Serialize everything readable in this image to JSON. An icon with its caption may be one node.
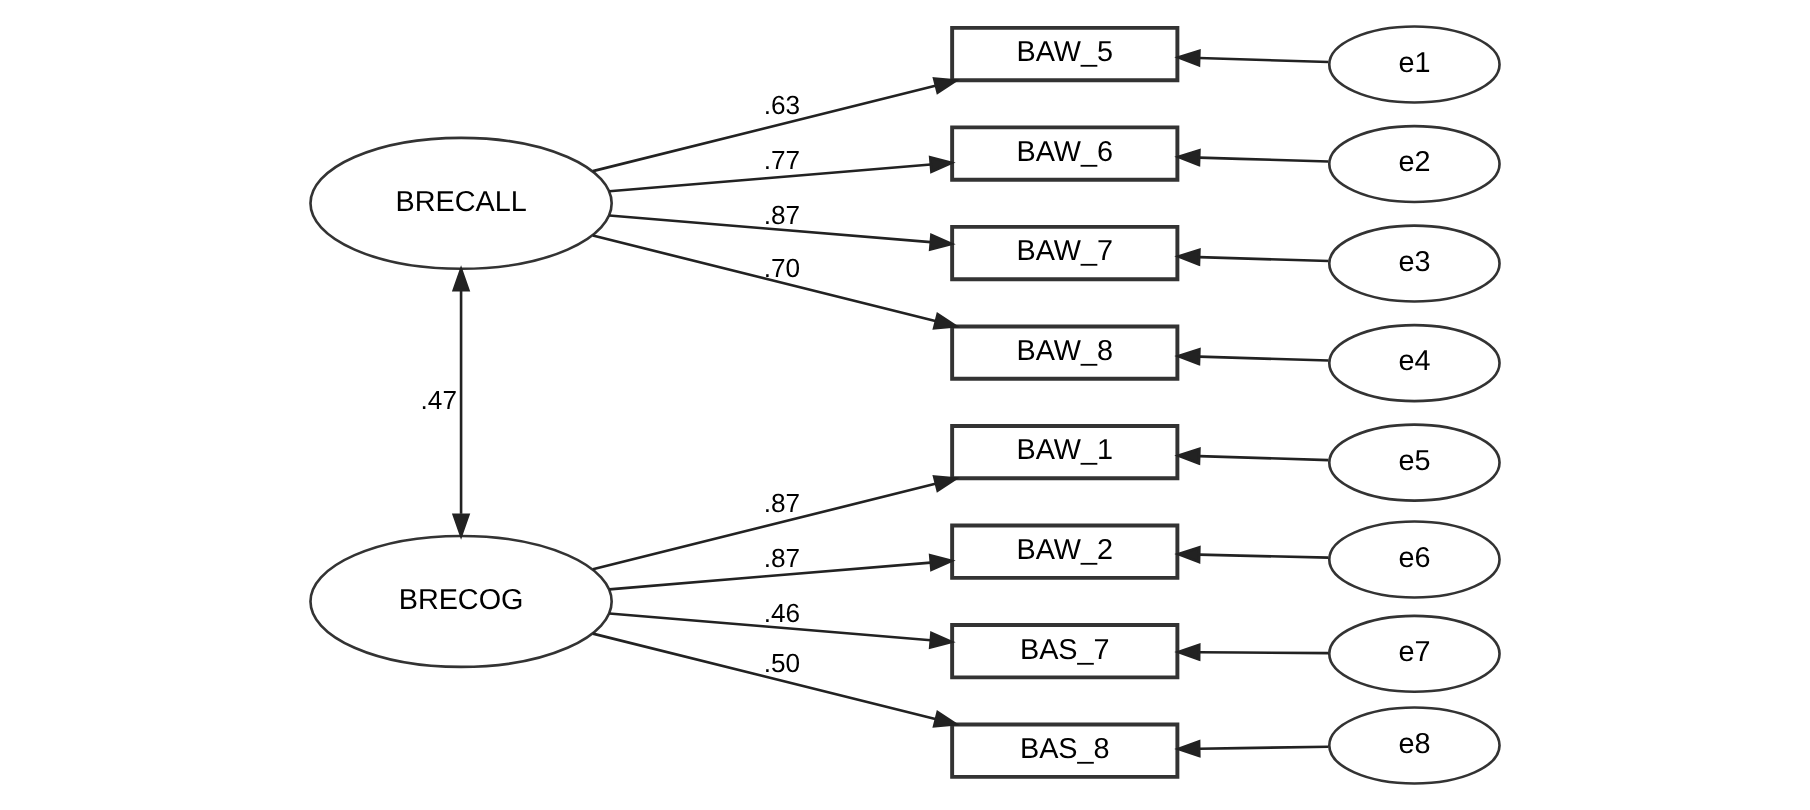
{
  "diagram": {
    "nodes": [
      {
        "text": [
          "BRECALL"
        ]
      },
      {
        "text": [
          "BRECOG"
        ]
      },
      {
        "text": [
          "BAW_5"
        ]
      },
      {
        "text": [
          "BAW_6"
        ]
      },
      {
        "text": [
          "BAW_7"
        ]
      },
      {
        "text": [
          "BAW_8"
        ]
      },
      {
        "text": [
          "BAW_1"
        ]
      },
      {
        "text": [
          "BAW_2"
        ]
      },
      {
        "text": [
          "BAS_7"
        ]
      },
      {
        "text": [
          "BAS_8"
        ]
      },
      {
        "text": [
          "e1"
        ]
      },
      {
        "text": [
          "e2"
        ]
      },
      {
        "text": [
          "e3"
        ]
      },
      {
        "text": [
          "e4"
        ]
      },
      {
        "text": [
          "e5"
        ]
      },
      {
        "text": [
          "e6"
        ]
      },
      {
        "text": [
          "e7"
        ]
      },
      {
        "text": [
          "e8"
        ]
      }
    ],
    "edges": [
      {
        "from": 0,
        "to": 1,
        "arrow": "both",
        "label": ".47"
      },
      {
        "from": 0,
        "to": 2,
        "arrow": "to",
        "label": ".63"
      },
      {
        "from": 0,
        "to": 3,
        "arrow": "to",
        "label": ".77"
      },
      {
        "from": 0,
        "to": 4,
        "arrow": "to",
        "label": ".87"
      },
      {
        "from": 0,
        "to": 5,
        "arrow": "to",
        "label": ".70"
      },
      {
        "from": 1,
        "to": 6,
        "arrow": "to",
        "label": ".87"
      },
      {
        "from": 1,
        "to": 7,
        "arrow": "to",
        "label": ".87"
      },
      {
        "from": 1,
        "to": 8,
        "arrow": "to",
        "label": ".46"
      },
      {
        "from": 1,
        "to": 9,
        "arrow": "to",
        "label": ".50"
      },
      {
        "from": 10,
        "to": 2,
        "arrow": "to"
      },
      {
        "from": 11,
        "to": 3,
        "arrow": "to"
      },
      {
        "from": 12,
        "to": 4,
        "arrow": "to"
      },
      {
        "from": 13,
        "to": 5,
        "arrow": "to"
      },
      {
        "from": 14,
        "to": 6,
        "arrow": "to"
      },
      {
        "from": 15,
        "to": 7,
        "arrow": "to"
      },
      {
        "from": 16,
        "to": 8,
        "arrow": "to"
      },
      {
        "from": 17,
        "to": 9,
        "arrow": "to"
      }
    ]
  }
}
